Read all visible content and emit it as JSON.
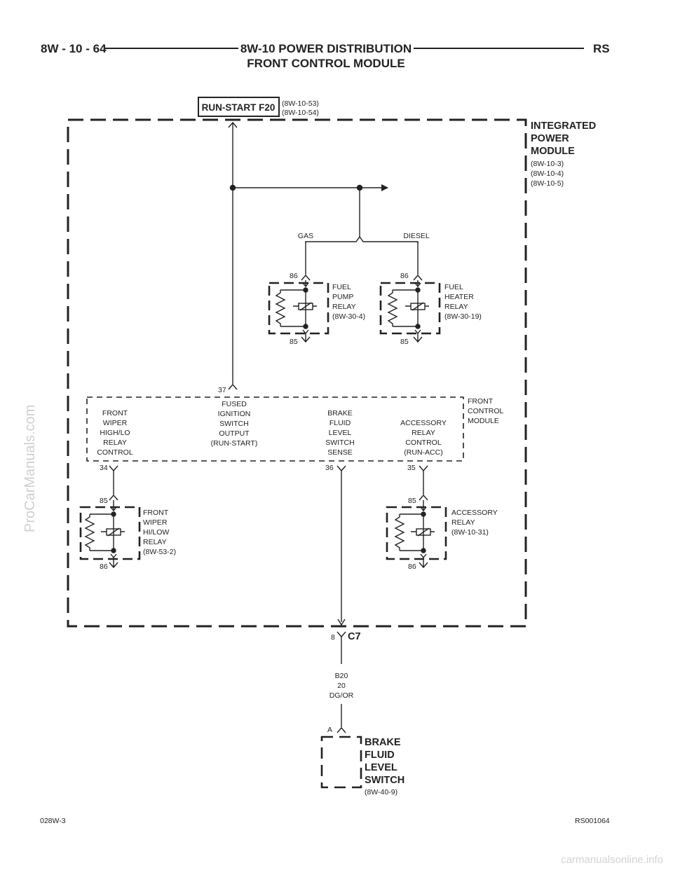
{
  "header": {
    "page_number": "8W - 10 - 64",
    "title_line1": "8W-10 POWER DISTRIBUTION",
    "title_line2": "FRONT CONTROL MODULE",
    "model": "RS"
  },
  "fuse": {
    "label": "RUN-START F20",
    "ref1": "(8W-10-53)",
    "ref2": "(8W-10-54)"
  },
  "ipm": {
    "line1": "INTEGRATED",
    "line2": "POWER",
    "line3": "MODULE",
    "ref1": "(8W-10-3)",
    "ref2": "(8W-10-4)",
    "ref3": "(8W-10-5)"
  },
  "option_labels": {
    "gas": "GAS",
    "diesel": "DIESEL"
  },
  "fuel_pump_relay": {
    "line1": "FUEL",
    "line2": "PUMP",
    "line3": "RELAY",
    "ref": "(8W-30-4)",
    "pin_top": "86",
    "pin_bottom": "85"
  },
  "fuel_heater_relay": {
    "line1": "FUEL",
    "line2": "HEATER",
    "line3": "RELAY",
    "ref": "(8W-30-19)",
    "pin_top": "86",
    "pin_bottom": "85"
  },
  "fcm": {
    "title1": "FRONT",
    "title2": "CONTROL",
    "title3": "MODULE",
    "pin_37": "37",
    "fused_ign": [
      "FUSED",
      "IGNITION",
      "SWITCH",
      "OUTPUT",
      "(RUN-START)"
    ],
    "wiper_ctrl": [
      "FRONT",
      "WIPER",
      "HIGH/LO",
      "RELAY",
      "CONTROL"
    ],
    "brake_sense": [
      "BRAKE",
      "FLUID",
      "LEVEL",
      "SWITCH",
      "SENSE"
    ],
    "acc_ctrl": [
      "ACCESSORY",
      "RELAY",
      "CONTROL",
      "(RUN-ACC)"
    ],
    "pin_34": "34",
    "pin_36": "36",
    "pin_35": "35"
  },
  "wiper_relay": {
    "line1": "FRONT",
    "line2": "WIPER",
    "line3": "HI/LOW",
    "line4": "RELAY",
    "ref": "(8W-53-2)",
    "pin_top": "85",
    "pin_bottom": "86"
  },
  "accessory_relay": {
    "line1": "ACCESSORY",
    "line2": "RELAY",
    "ref": "(8W-10-31)",
    "pin_top": "85",
    "pin_bottom": "86"
  },
  "connector": {
    "pin": "8",
    "name": "C7"
  },
  "wire": {
    "circuit": "B20",
    "gauge": "20",
    "color": "DG/OR"
  },
  "brake_switch": {
    "pin": "A",
    "line1": "BRAKE",
    "line2": "FLUID",
    "line3": "LEVEL",
    "line4": "SWITCH",
    "ref": "(8W-40-9)"
  },
  "footer": {
    "left": "028W-3",
    "right": "RS001064"
  },
  "watermarks": {
    "side": "ProCarManuals.com",
    "bottom": "carmanualsonline.info"
  }
}
